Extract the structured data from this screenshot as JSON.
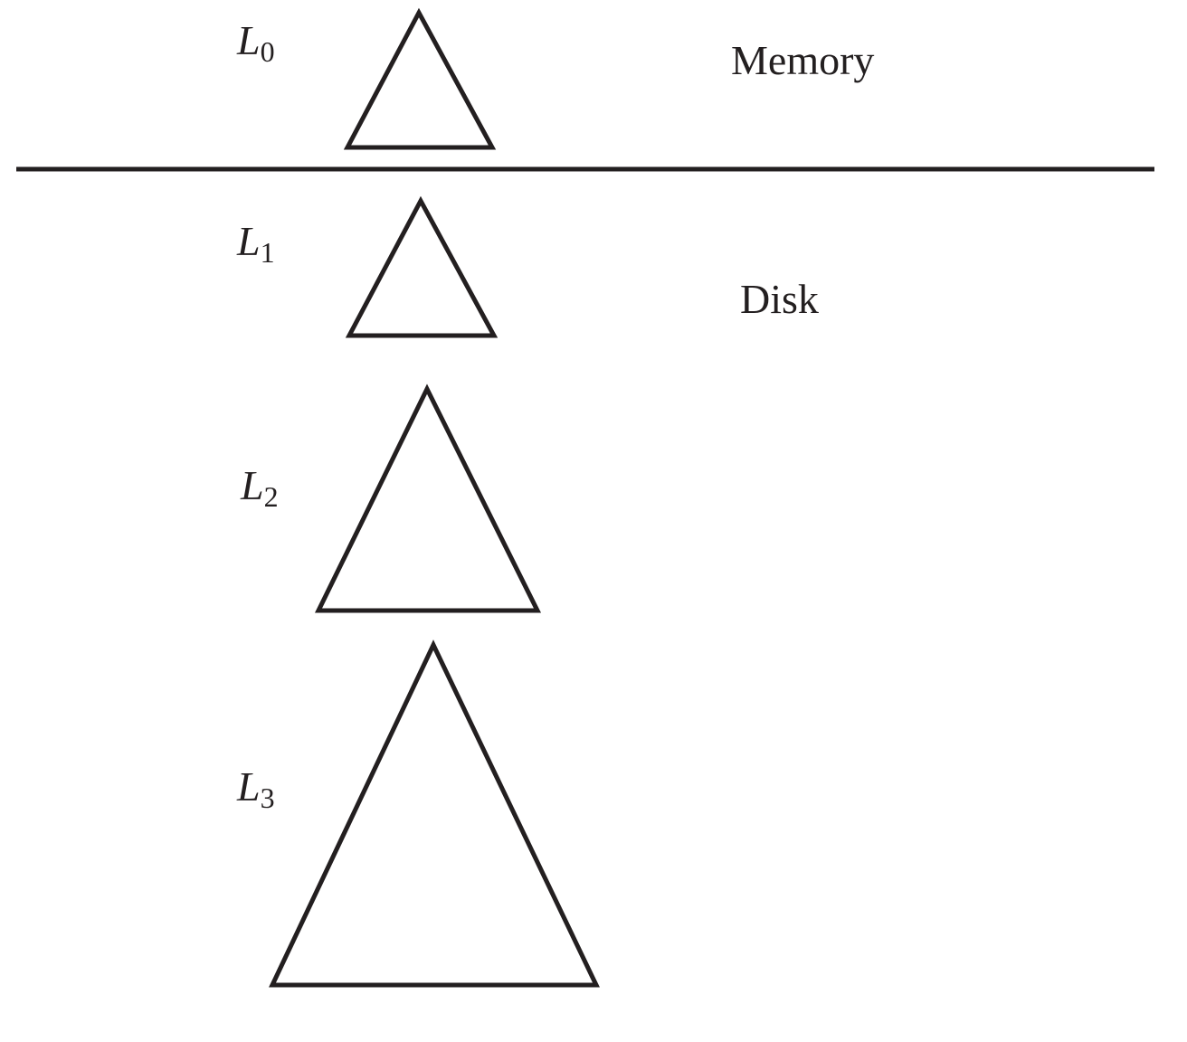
{
  "regions": {
    "memory_label": "Memory",
    "disk_label": "Disk"
  },
  "levels": [
    {
      "name": "L",
      "subscript": "0",
      "region": "memory"
    },
    {
      "name": "L",
      "subscript": "1",
      "region": "disk"
    },
    {
      "name": "L",
      "subscript": "2",
      "region": "disk"
    },
    {
      "name": "L",
      "subscript": "3",
      "region": "disk"
    }
  ],
  "colors": {
    "stroke": "#231f20",
    "background": "#ffffff"
  }
}
